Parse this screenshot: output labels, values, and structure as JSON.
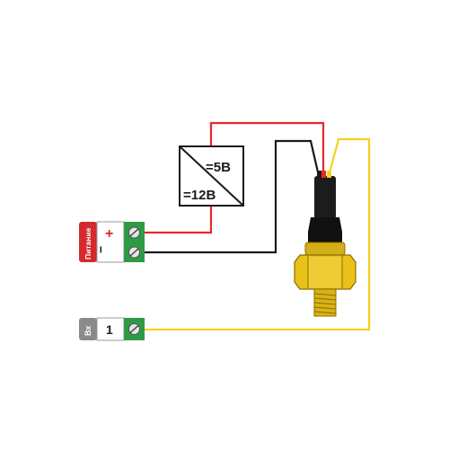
{
  "converter": {
    "output_label": "=5В",
    "input_label": "=12В"
  },
  "power_block": {
    "side_label": "Питание",
    "plus_symbol": "+",
    "minus_symbol": "−"
  },
  "input_block": {
    "side_label": "Вх",
    "channel_number": "1"
  },
  "colors": {
    "wire_red": "#e8262c",
    "wire_black": "#1a1a1a",
    "wire_yellow": "#f4d31c",
    "terminal_green": "#2f9a44",
    "label_red": "#d42a2e",
    "label_gray": "#8a8a8a",
    "brass": "#e8c21a"
  },
  "icons": [
    "pressure-sensor-icon",
    "screw-terminal-icon"
  ]
}
